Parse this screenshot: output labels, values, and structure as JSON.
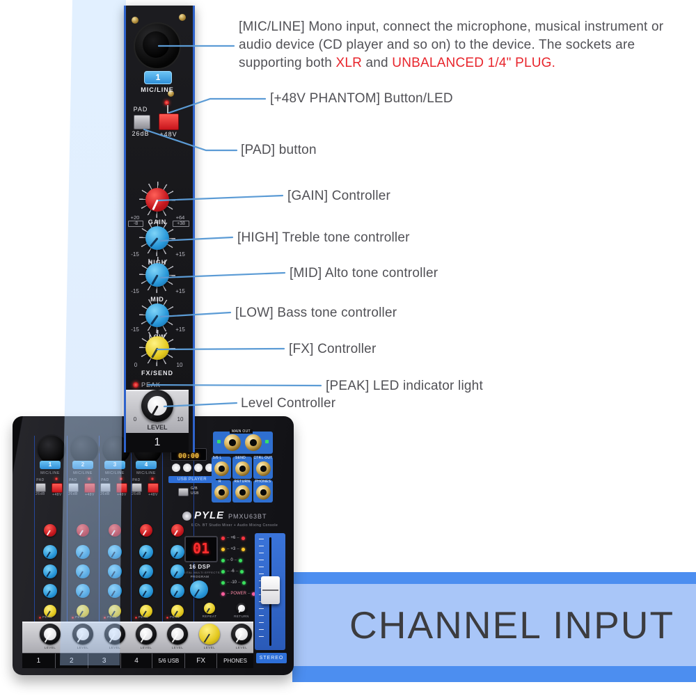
{
  "description": {
    "seg1": "[MIC/LINE] Mono input, connect the microphone, musical instrument or audio device (CD player and so on) to the device. The sockets are supporting both ",
    "red1": "XLR",
    "seg2": " and ",
    "red2": "UNBALANCED 1/4\" PLUG."
  },
  "callouts": {
    "phantom": "[+48V PHANTOM] Button/LED",
    "pad": "[PAD] button",
    "gain": "[GAIN] Controller",
    "high": "[HIGH] Treble tone controller",
    "mid": "[MID] Alto tone controller",
    "low": "[LOW] Bass tone controller",
    "fx": "[FX] Controller",
    "peak": "[PEAK] LED indicator light",
    "level": "Level Controller"
  },
  "banner": {
    "title": "CHANNEL INPUT"
  },
  "colors": {
    "callout_line": "#5b9bd5",
    "red_text": "#e8252c",
    "banner_band": "#a9c6f8",
    "banner_stripe": "#4c8ef0",
    "channel_badge": "#3f9fe8"
  },
  "strip": {
    "channel_number": "1",
    "mic_line_label": "MIC/LINE",
    "pad_label": "PAD",
    "pad_value": "26dB",
    "phantom_label": "+48V",
    "gain": {
      "label": "GAIN",
      "left_top": "+20",
      "left_bottom": "-8",
      "right_top": "+64",
      "right_bottom": "+38"
    },
    "high": {
      "label": "HIGH",
      "min": "-15",
      "max": "+15"
    },
    "mid": {
      "label": "MID",
      "min": "-15",
      "max": "+15"
    },
    "low": {
      "label": "LOW",
      "min": "-15",
      "max": "+15"
    },
    "fx": {
      "label": "FX/SEND",
      "min": "0",
      "max": "10"
    },
    "peak_label": "PEAK",
    "level": {
      "label": "LEVEL",
      "min": "0",
      "max": "10"
    }
  },
  "mixer": {
    "channels": [
      "1",
      "2",
      "3",
      "4"
    ],
    "mic_line_label": "MIC/LINE",
    "pad_label": "PAD",
    "pad_value": "26dB",
    "phantom_label": "+48V",
    "brand": "PYLE",
    "model": "PMXU63BT",
    "subtitle": "6 Ch. BT Studio Mixer + Audio Mixing Console",
    "program_display": "01",
    "dsp_line1": "16 DSP",
    "dsp_line2": "DIGITAL MULTI EFFECTS",
    "dsp_line3": "PROGRAM",
    "meter_labels": [
      "+6",
      "+3",
      "0",
      "-6",
      "-10"
    ],
    "power_label": "POWER",
    "usb": {
      "display": "00:00",
      "player_label": "USB PLAYER",
      "switch_top": "G/B",
      "switch_bottom": "USB"
    },
    "io": {
      "main_out": "MAIN OUT",
      "five_six_l": "5/6 L",
      "r": "R",
      "send": "SEND",
      "ctrl_out": "CTRL OUT",
      "return": "RETURN",
      "phones": "PHONES"
    },
    "small_knob_labels": {
      "repeat": "REPEAT",
      "return": "RETURN"
    },
    "peak_label": "PEAK",
    "level_label": "LEVEL",
    "bottom_labels": [
      "1",
      "2",
      "3",
      "4",
      "5/6 USB",
      "FX",
      "PHONES"
    ],
    "stereo_label": "STEREO"
  }
}
